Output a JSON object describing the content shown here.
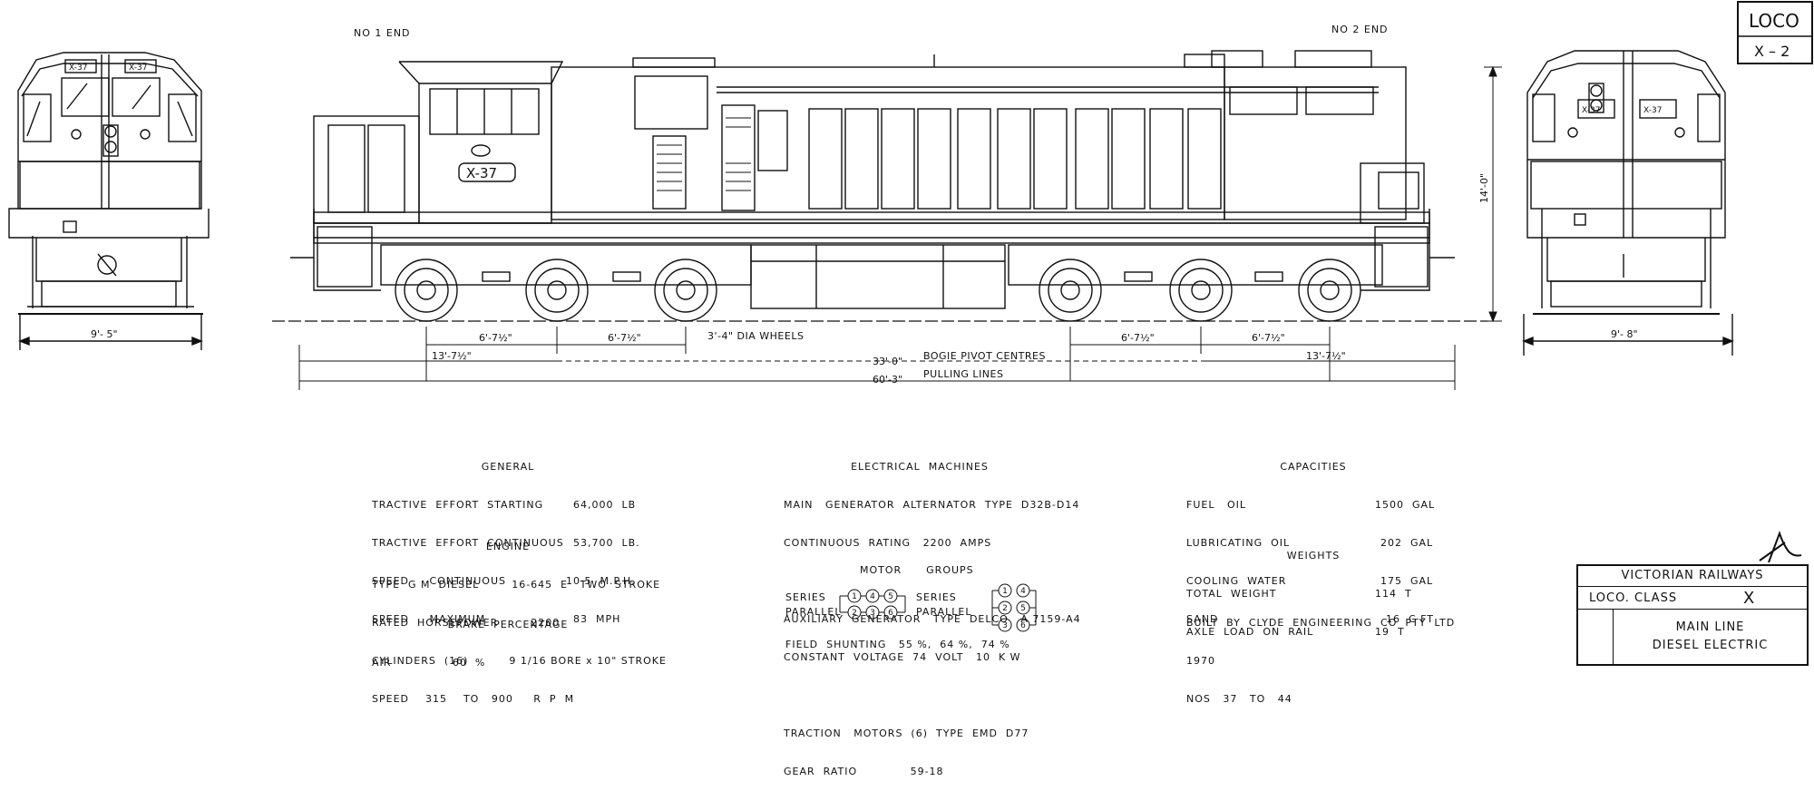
{
  "end_labels": {
    "no1": "NO  1  END",
    "no2": "NO 2   END"
  },
  "loco_number": "X-37",
  "dimensions": {
    "front_width": "9'- 5\"",
    "rear_width": "9'- 8\"",
    "height": "14'-0\"",
    "wheel_dia": "3'-4\" DIA WHEELS",
    "axle_spacing": "6'-7½\"",
    "bogie_outer": "13'-7½\"",
    "pivot_centres": "33'-0\"",
    "pivot_label": "BOGIE  PIVOT  CENTRES",
    "pulling_lines": "60'-3\"",
    "pulling_label": "PULLING  LINES"
  },
  "corner_tag": {
    "line1": "LOCO",
    "line2": "X – 2"
  },
  "general": {
    "heading": "GENERAL",
    "rows": [
      [
        "TRACTIVE  EFFORT  STARTING",
        "64,000  LB"
      ],
      [
        "TRACTIVE  EFFORT  CONTINUOUS",
        "53,700  LB."
      ],
      [
        "SPEED     CONTINUOUS",
        "10·5  M.P.H."
      ],
      [
        "SPEED     MAXIMUM",
        "83  MPH"
      ]
    ]
  },
  "engine": {
    "heading": "ENGINE",
    "rows": [
      "TYPE  G M  DIESEL        16-645  E   TWO  STROKE",
      "RATED  HORSEPOWER        2200",
      "CYLINDERS  (16)          9 1/16 BORE x 10\" STROKE",
      "SPEED    315    TO   900     R  P  M"
    ]
  },
  "brake": {
    "heading": "BRAKE  PERCENTAGE",
    "row": "AIR               60  %"
  },
  "electrical": {
    "heading": "ELECTRICAL  MACHINES",
    "rows": [
      "MAIN   GENERATOR  ALTERNATOR  TYPE  D32B-D14",
      "CONTINUOUS  RATING   2200  AMPS",
      "",
      "AUXILIARY  GENERATOR   TYPE  DELCO   A 7159-A4",
      "CONSTANT  VOLTAGE  74  VOLT   10  K W",
      "",
      "TRACTION   MOTORS  (6)  TYPE  EMD  D77",
      "GEAR  RATIO             59-18"
    ]
  },
  "motor_groups": {
    "heading": "MOTOR      GROUPS",
    "series": "SERIES",
    "parallel": "PARALLEL",
    "series2": "SERIES",
    "parallel2": "PARALLEL",
    "nums": [
      "1",
      "4",
      "5",
      "2",
      "3",
      "6"
    ],
    "grid": [
      "1",
      "4",
      "2",
      "5",
      "3",
      "6"
    ],
    "field_shunting": "FIELD  SHUNTING   55 %,  64 %,  74 %"
  },
  "capacities": {
    "heading": "CAPACITIES",
    "rows": [
      [
        "FUEL   OIL",
        "1500  GAL"
      ],
      [
        "LUBRICATING  OIL",
        "202  GAL"
      ],
      [
        "COOLING  WATER",
        "175  GAL"
      ],
      [
        "SAND",
        "16  C FT"
      ]
    ]
  },
  "weights": {
    "heading": "WEIGHTS",
    "rows": [
      [
        "TOTAL  WEIGHT",
        "114  T"
      ],
      [
        "AXLE  LOAD  ON  RAIL",
        "19  T"
      ]
    ]
  },
  "builder": {
    "line1": "BUILT  BY  CLYDE  ENGINEERING  CO  PTY  LTD",
    "line2": "1970",
    "line3": "NOS   37   TO   44"
  },
  "title_block": {
    "railway": "VICTORIAN   RAILWAYS",
    "class_label": "LOCO.  CLASS",
    "class_value": "X",
    "type1": "MAIN    LINE",
    "type2": "DIESEL   ELECTRIC"
  }
}
